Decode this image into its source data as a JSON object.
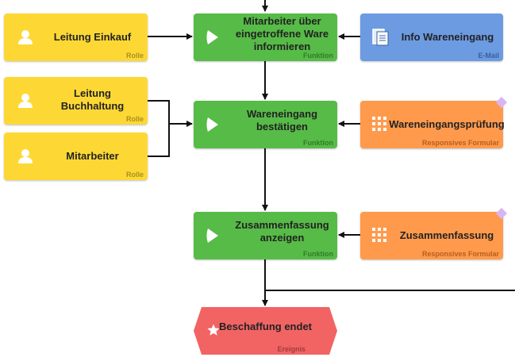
{
  "nodes": {
    "leitung_einkauf": {
      "title": "Leitung Einkauf",
      "type": "Rolle"
    },
    "leitung_buchhaltung": {
      "title": "Leitung Buchhaltung",
      "type": "Rolle"
    },
    "mitarbeiter": {
      "title": "Mitarbeiter",
      "type": "Rolle"
    },
    "mitarbeiter_informieren": {
      "title": "Mitarbeiter über eingetroffene Ware informieren",
      "type": "Funktion"
    },
    "wareneingang_bestaetigen": {
      "title": "Wareneingang bestätigen",
      "type": "Funktion"
    },
    "zusammenfassung_anzeigen": {
      "title": "Zusammenfassung anzeigen",
      "type": "Funktion"
    },
    "info_wareneingang": {
      "title": "Info Wareneingang",
      "type": "E-Mail"
    },
    "wareneingangspruefung": {
      "title": "Wareneingangsprüfung",
      "type": "Responsives Formular"
    },
    "zusammenfassung": {
      "title": "Zusammenfassung",
      "type": "Responsives Formular"
    },
    "beschaffung_endet": {
      "title": "Beschaffung endet",
      "type": "Ereignis"
    }
  },
  "colors": {
    "rolle": "#FDD835",
    "funktion": "#57BB47",
    "email": "#6C9BE2",
    "formular": "#FF9A4D",
    "ereignis": "#F26464",
    "connector": "#111111"
  },
  "icons": {
    "rolle": "person-icon",
    "funktion": "play-icon",
    "email": "document-icon",
    "formular": "grid-icon",
    "ereignis": "star-icon"
  }
}
